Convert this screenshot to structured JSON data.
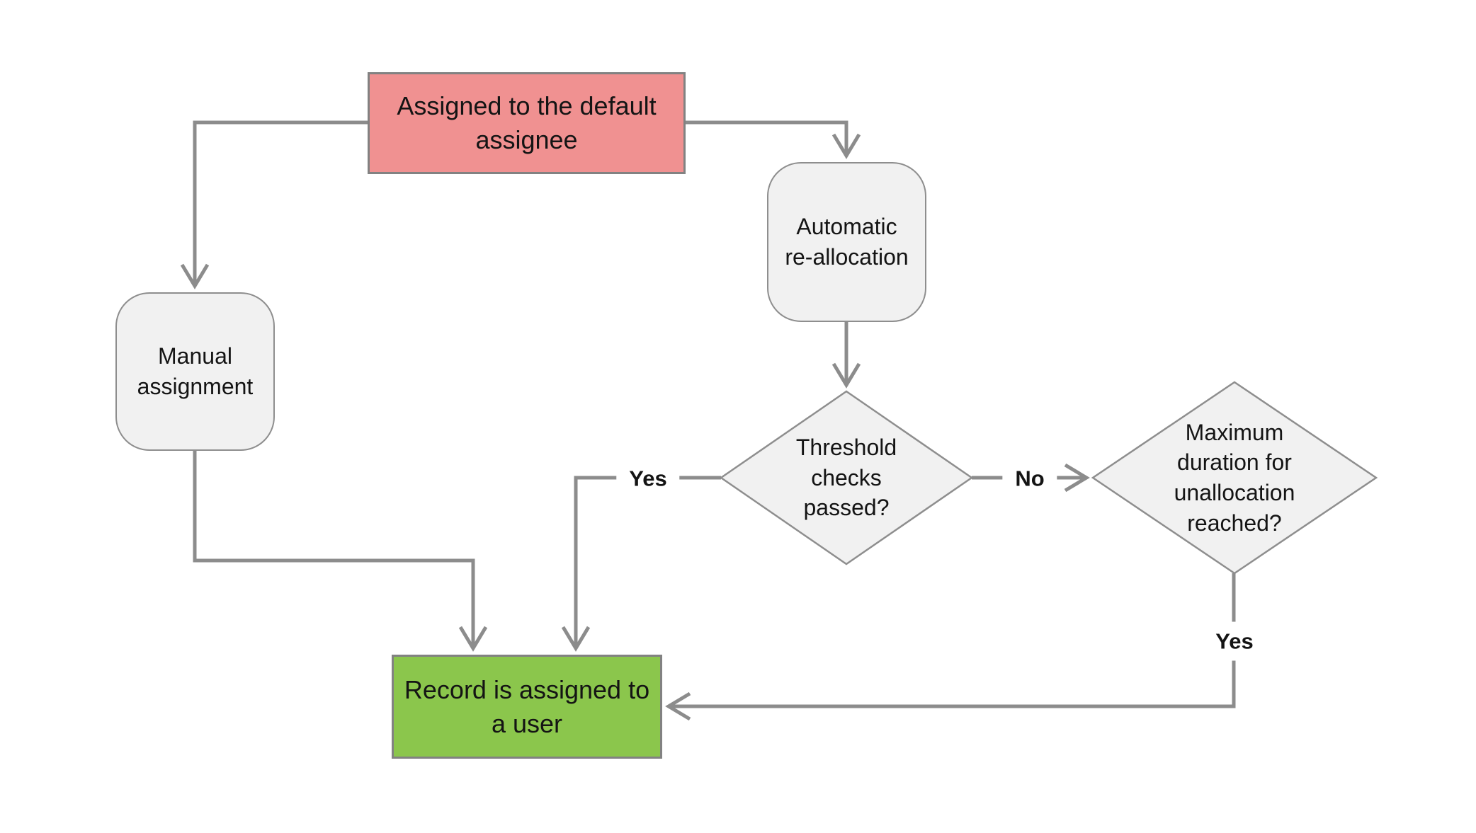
{
  "colors": {
    "background": "#ffffff",
    "node-red": "#F09191",
    "node-green": "#8BC64C",
    "node-gray": "#F1F1F1",
    "border-strong": "#828282",
    "border-soft": "#8E8E8E",
    "line-gray": "#8C8C8C",
    "text": "#141414"
  },
  "nodes": {
    "start": {
      "label": "Assigned to the default\nassignee"
    },
    "manual": {
      "label": "Manual\nassignment"
    },
    "auto": {
      "label": "Automatic\nre-allocation"
    },
    "threshold": {
      "label": "Threshold\nchecks\npassed?"
    },
    "max_duration": {
      "label": "Maximum\nduration for\nunallocation\nreached?"
    },
    "end": {
      "label": "Record is assigned to\na user"
    }
  },
  "edge_labels": {
    "threshold_yes": "Yes",
    "threshold_no": "No",
    "max_duration_yes": "Yes"
  }
}
